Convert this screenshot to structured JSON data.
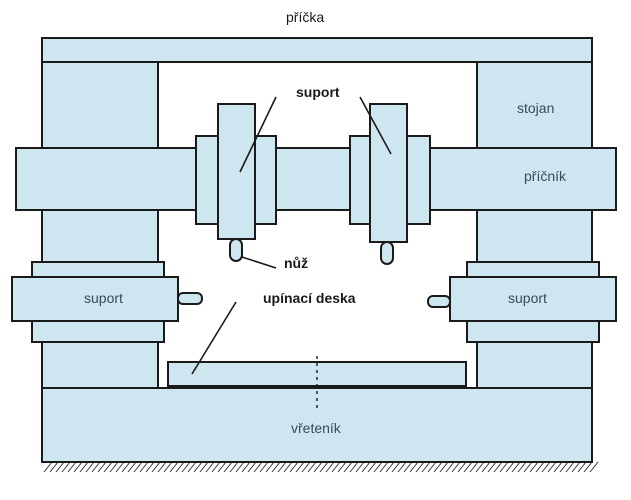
{
  "labels": {
    "pricka": "příčka",
    "stojan": "stojan",
    "pricnik": "příčník",
    "suport_top": "suport",
    "nuz": "nůž",
    "upinaci_deska": "upínací deska",
    "suport_left": "suport",
    "suport_right": "suport",
    "vretenik": "vřeteník"
  },
  "colors": {
    "part_fill": "#cde6f0",
    "outline": "#1a1a1a",
    "background": "#ffffff"
  }
}
